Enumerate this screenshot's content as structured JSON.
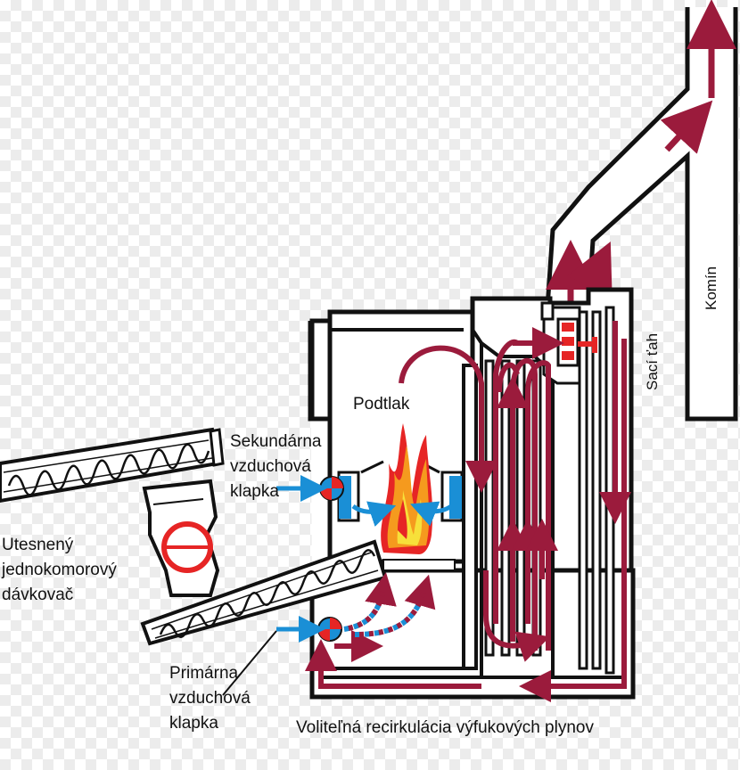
{
  "labels": {
    "podtlak": "Podtlak",
    "sekundarna": [
      "Sekundárna",
      "vzduchová",
      "klapka"
    ],
    "utesneny": [
      "Utesnený",
      "jednokomorový",
      "dávkovač"
    ],
    "primarna": [
      "Primárna",
      "vzduchová",
      "klapka"
    ],
    "recirkulacia": "Voliteľná recirkulácia výfukových plynov",
    "komin": "Komín",
    "saci_tah": "Sací ťah"
  },
  "colors": {
    "flue_gas": "#9b1b3c",
    "air_blue": "#1a8fd6",
    "flame_red": "#e62525",
    "flame_orange": "#f59a1e",
    "flame_yellow": "#f7e03a",
    "outline": "#111111"
  },
  "icons": [
    "spiral-auger-icon",
    "flame-icon",
    "air-flap-icon",
    "flow-arrow-icon"
  ]
}
